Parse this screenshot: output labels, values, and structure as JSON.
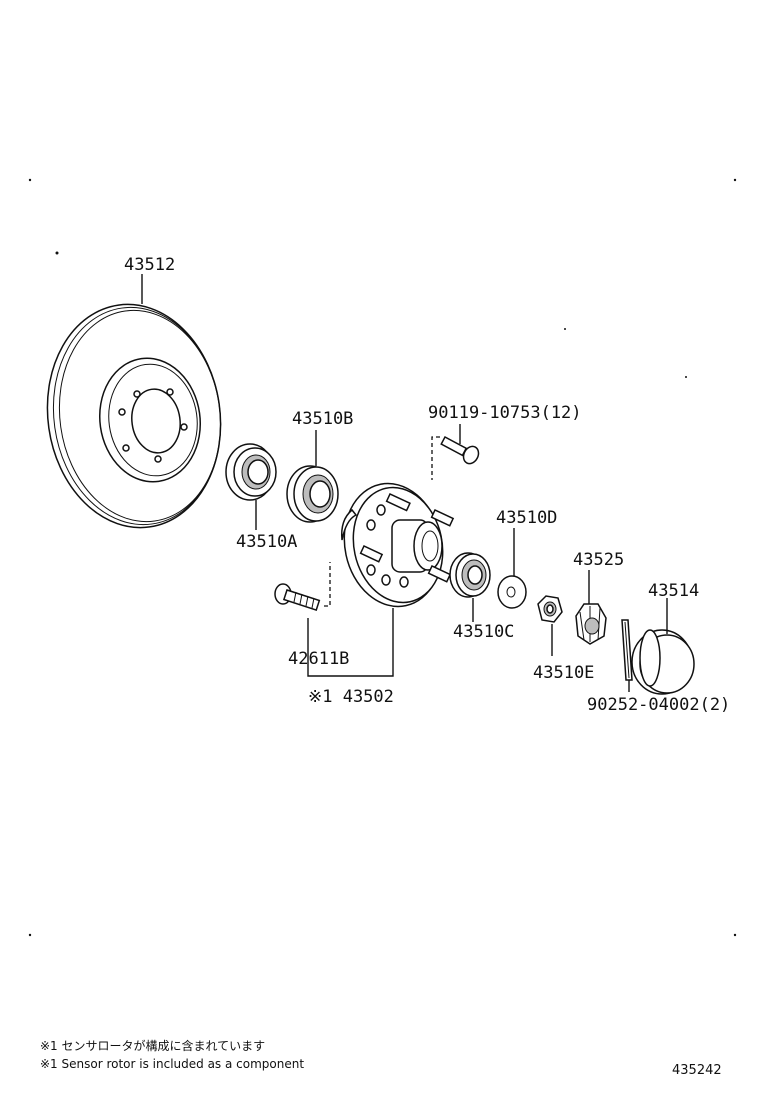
{
  "labels": {
    "rotor": "43512",
    "bearing_outer_b": "43510B",
    "bolt": "90119-10753(12)",
    "seal_a": "43510A",
    "washer_d": "43510D",
    "nut_lock": "43525",
    "cap": "43514",
    "bearing_inner_c": "43510C",
    "hub_bolt": "42611B",
    "nut_e": "43510E",
    "hub": "※1 43502",
    "cotter_pin": "90252-04002(2)"
  },
  "notes": {
    "jp": "※1 センサロータが構成に含まれています",
    "en": "※1 Sensor rotor is included as a component"
  },
  "diagram_code": "435242"
}
